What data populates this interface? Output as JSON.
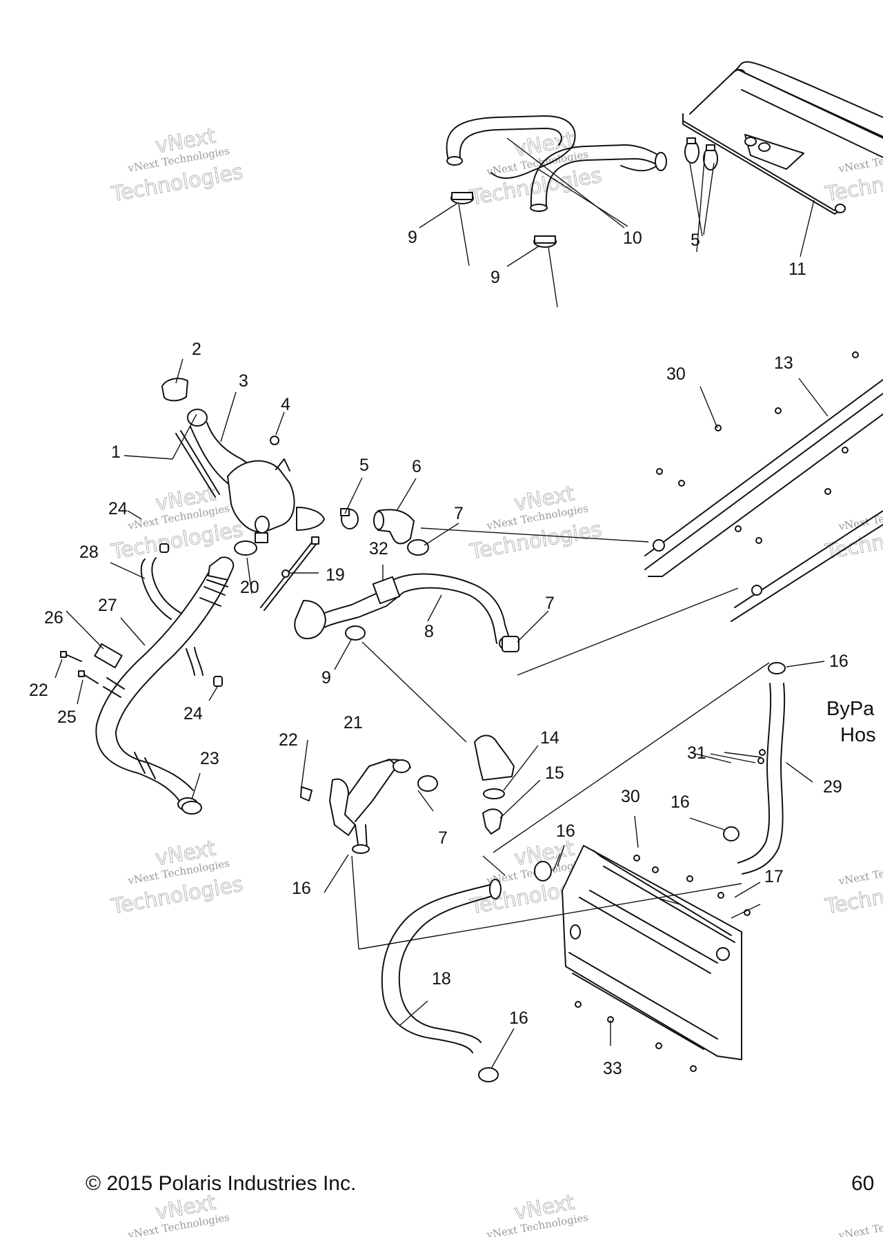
{
  "diagram": {
    "callouts": [
      "1",
      "2",
      "3",
      "4",
      "5",
      "6",
      "7",
      "8",
      "9",
      "10",
      "11",
      "13",
      "14",
      "15",
      "16",
      "17",
      "18",
      "19",
      "20",
      "21",
      "22",
      "23",
      "24",
      "25",
      "26",
      "27",
      "28",
      "29",
      "30",
      "31",
      "32",
      "33"
    ],
    "callout_instances": {
      "c1": "1",
      "c2": "2",
      "c3": "3",
      "c4": "4",
      "c5a": "5",
      "c5b": "5",
      "c6": "6",
      "c7a": "7",
      "c7b": "7",
      "c7c": "7",
      "c8": "8",
      "c9a": "9",
      "c9b": "9",
      "c9c": "9",
      "c10": "10",
      "c11": "11",
      "c13": "13",
      "c14": "14",
      "c15": "15",
      "c16a": "16",
      "c16b": "16",
      "c16c": "16",
      "c16d": "16",
      "c16e": "16",
      "c17": "17",
      "c18": "18",
      "c19": "19",
      "c20": "20",
      "c21": "21",
      "c22a": "22",
      "c22b": "22",
      "c23": "23",
      "c24a": "24",
      "c24b": "24",
      "c25": "25",
      "c26": "26",
      "c27": "27",
      "c28": "28",
      "c29": "29",
      "c30a": "30",
      "c30b": "30",
      "c31": "31",
      "c32": "32",
      "c33": "33"
    },
    "bypass_note": [
      "ByPa",
      "Hos"
    ],
    "watermark": {
      "line1": "vNext",
      "line2": "vNext Technologies",
      "line3": "Technologies"
    }
  },
  "footer": {
    "copyright": "© 2015 Polaris Industries Inc.",
    "page_code": "60"
  }
}
